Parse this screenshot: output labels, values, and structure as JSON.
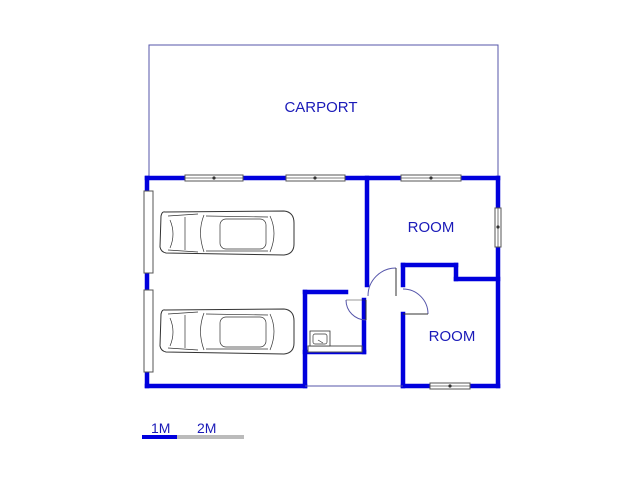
{
  "labels": {
    "carport": "CARPORT",
    "room_top": "ROOM",
    "room_bottom": "ROOM"
  },
  "scale": {
    "one": "1M",
    "two": "2M"
  },
  "colors": {
    "wall": "#0000dd",
    "thin": "#5555aa",
    "text": "#1a1ab8",
    "scale_bar_dark": "#0000dd",
    "scale_bar_light": "#bbbbbb"
  }
}
